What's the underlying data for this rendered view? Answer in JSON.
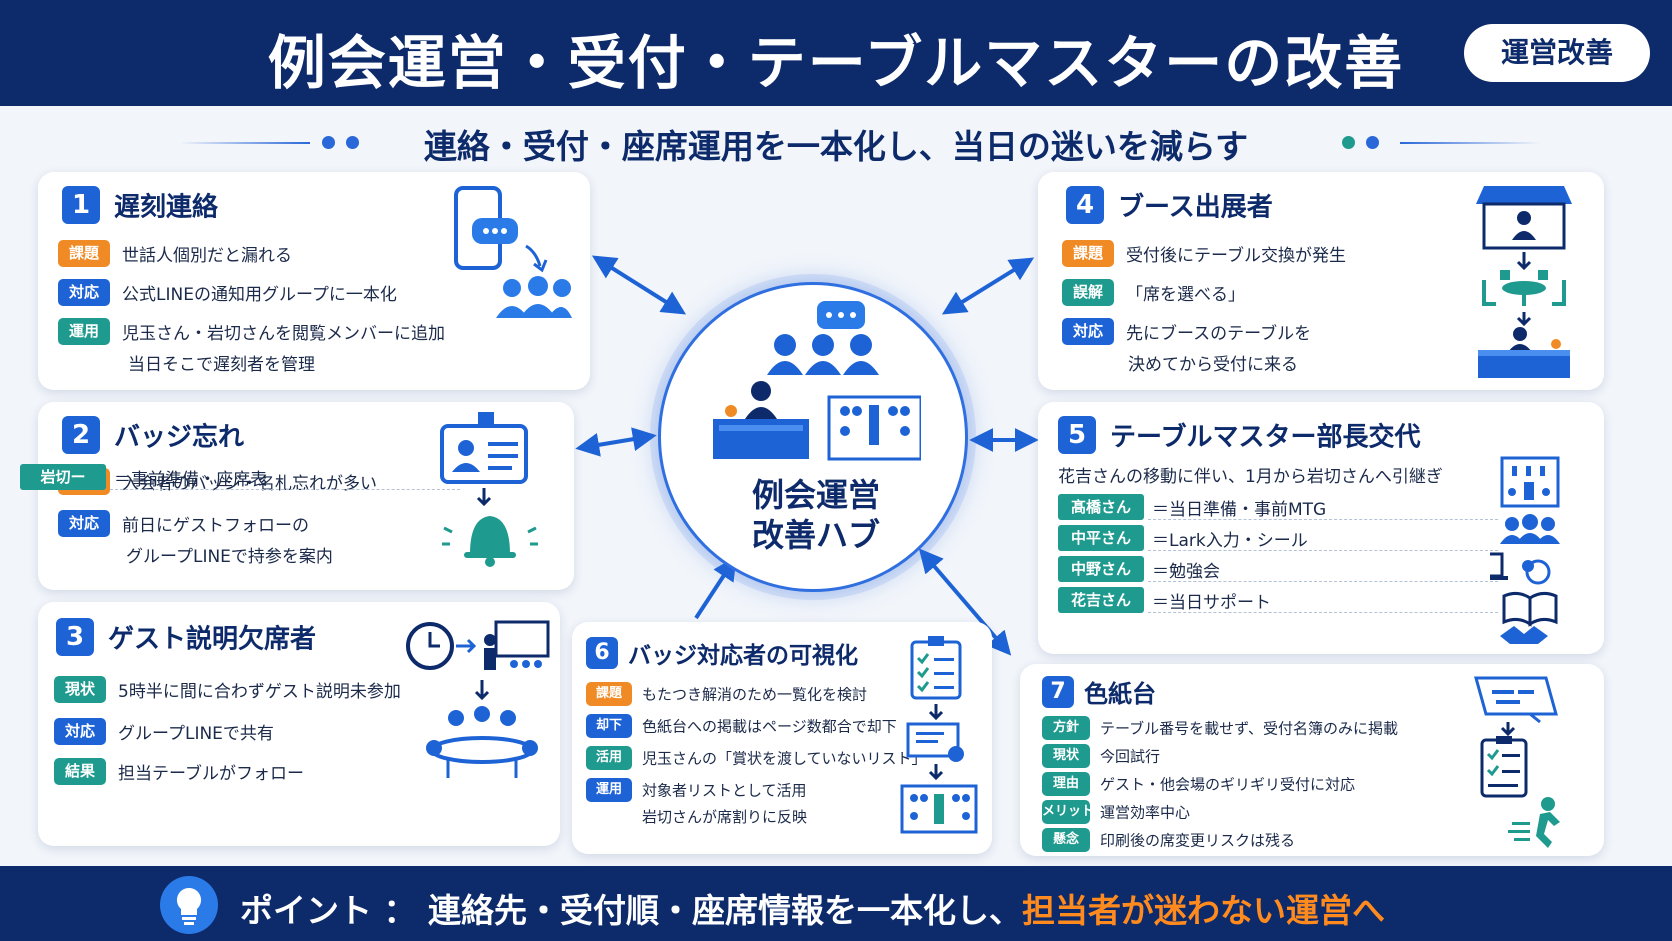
{
  "header": {
    "title": "例会運営・受付・テーブルマスターの改善",
    "tag": "運営改善"
  },
  "subtitle": "連絡・受付・座席運用を一本化し、当日の迷いを減らす",
  "hub": {
    "title_line1": "例会運営",
    "title_line2": "改善ハブ"
  },
  "colors": {
    "navy": "#0d2a6b",
    "blue": "#1e63d6",
    "orange": "#f08a24",
    "teal": "#1e9a8e"
  },
  "cards": {
    "c1": {
      "num": "1",
      "title": "遅刻連絡",
      "rows": [
        {
          "badge": "課題",
          "text": "世話人個別だと漏れる"
        },
        {
          "badge": "対応",
          "text": "公式LINEの通知用グループに一本化"
        },
        {
          "badge": "運用",
          "text": "児玉さん・岩切さんを閲覧メンバーに追加"
        }
      ],
      "cont": "当日そこで遅刻者を管理",
      "icons": [
        "smartphone-chat-icon",
        "people-group-icon"
      ]
    },
    "c2": {
      "num": "2",
      "title": "バッジ忘れ",
      "rows": [
        {
          "badge": "課題",
          "text": "入会者のバッジ・名札忘れが多い"
        },
        {
          "badge": "対応",
          "text": "前日にゲストフォローの"
        }
      ],
      "cont": "グループLINEで持参を案内",
      "icons": [
        "id-badge-icon",
        "bell-icon"
      ]
    },
    "c3": {
      "num": "3",
      "title": "ゲスト説明欠席者",
      "rows": [
        {
          "badge": "現状",
          "text": "5時半に間に合わずゲスト説明未参加"
        },
        {
          "badge": "対応",
          "text": "グループLINEで共有"
        },
        {
          "badge": "結果",
          "text": "担当テーブルがフォロー"
        }
      ],
      "icons": [
        "clock-icon",
        "presentation-icon",
        "round-table-icon"
      ]
    },
    "c4": {
      "num": "4",
      "title": "ブース出展者",
      "rows": [
        {
          "badge": "課題",
          "text": "受付後にテーブル交換が発生"
        },
        {
          "badge": "誤解",
          "text": "「席を選べる」"
        },
        {
          "badge": "対応",
          "text": "先にブースのテーブルを"
        }
      ],
      "cont": "決めてから受付に来る",
      "icons": [
        "booth-icon",
        "table-chairs-icon",
        "reception-desk-icon"
      ]
    },
    "c5": {
      "num": "5",
      "title": "テーブルマスター部長交代",
      "desc": "花吉さんの移動に伴い、1月から岩切さんへ引継ぎ",
      "roster": [
        {
          "name": "岩切ー",
          "role": "＝事前準備・座席表"
        },
        {
          "name": "髙橋さん",
          "role": "＝当日準備・事前MTG"
        },
        {
          "name": "中平さん",
          "role": "＝Lark入力・シール"
        },
        {
          "name": "中野さん",
          "role": "＝勉強会"
        },
        {
          "name": "花吉さん",
          "role": "＝当日サポート"
        }
      ],
      "icons": [
        "seating-chart-icon",
        "team-icon",
        "laptop-icon",
        "book-icon",
        "handshake-icon"
      ]
    },
    "c6": {
      "num": "6",
      "title": "バッジ対応者の可視化",
      "rows": [
        {
          "badge": "課題",
          "text": "もたつき解消のため一覧化を検討"
        },
        {
          "badge": "却下",
          "text": "色紙台への掲載はページ数都合で却下"
        },
        {
          "badge": "活用",
          "text": "児玉さんの「賞状を渡していないリスト」"
        },
        {
          "badge": "運用",
          "text": "対象者リストとして活用"
        }
      ],
      "cont": "岩切さんが席割りに反映",
      "icons": [
        "checklist-icon",
        "certificate-icon",
        "seating-chart-icon"
      ]
    },
    "c7": {
      "num": "7",
      "title": "色紙台",
      "rows": [
        {
          "badge": "方針",
          "text": "テーブル番号を載せず、受付名簿のみに掲載"
        },
        {
          "badge": "現状",
          "text": "今回試行"
        },
        {
          "badge": "理由",
          "text": "ゲスト・他会場のギリギリ受付に対応"
        },
        {
          "badge": "メリット",
          "text": "運営効率中心"
        },
        {
          "badge": "懸念",
          "text": "印刷後の席変更リスクは残る"
        }
      ],
      "icons": [
        "stand-board-icon",
        "clipboard-icon",
        "running-person-icon"
      ]
    }
  },
  "footer": {
    "prefix": "ポイント ： 連絡先・受付順・座席情報を一本化し、",
    "highlight": "担当者が迷わない運営へ",
    "icon": "lightbulb-icon"
  }
}
